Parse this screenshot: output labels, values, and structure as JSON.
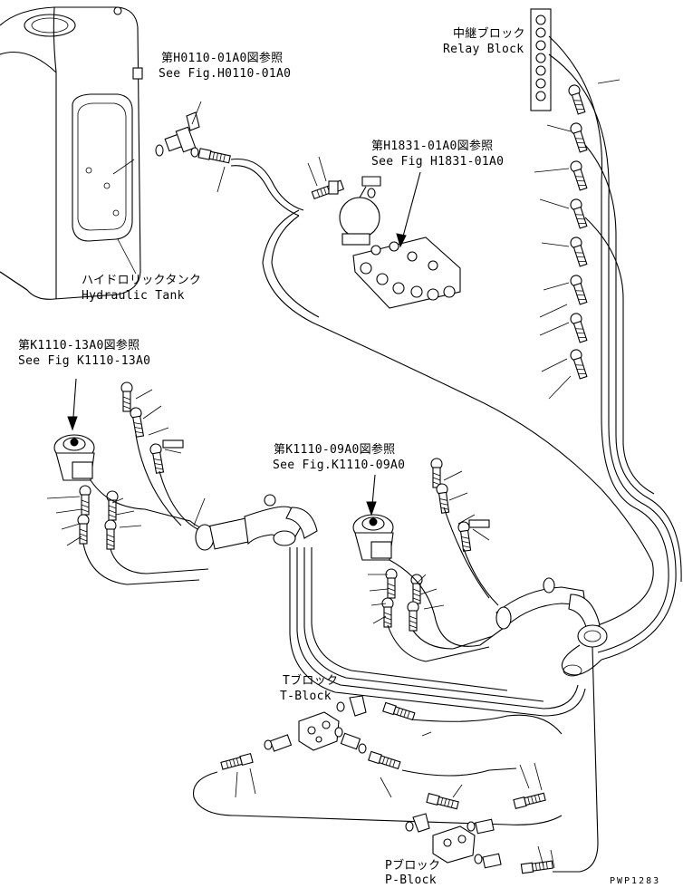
{
  "labels": {
    "relay_block_jp": "中継ブロック",
    "relay_block_en": "Relay Block",
    "ref_h0110_jp": "第H0110-01A0図参照",
    "ref_h0110_en": "See Fig.H0110-01A0",
    "ref_h1831_jp": "第H1831-01A0図参照",
    "ref_h1831_en": "See Fig H1831-01A0",
    "hydraulic_tank_jp": "ハイドロリックタンク",
    "hydraulic_tank_en": "Hydraulic Tank",
    "ref_k1110_13_jp": "第K1110-13A0図参照",
    "ref_k1110_13_en": "See Fig K1110-13A0",
    "ref_k1110_09_jp": "第K1110-09A0図参照",
    "ref_k1110_09_en": "See Fig.K1110-09A0",
    "t_block_jp": "Tブロック",
    "t_block_en": "T-Block",
    "p_block_jp": "Pブロック",
    "p_block_en": "P-Block",
    "drawing_code": "PWP1283"
  }
}
